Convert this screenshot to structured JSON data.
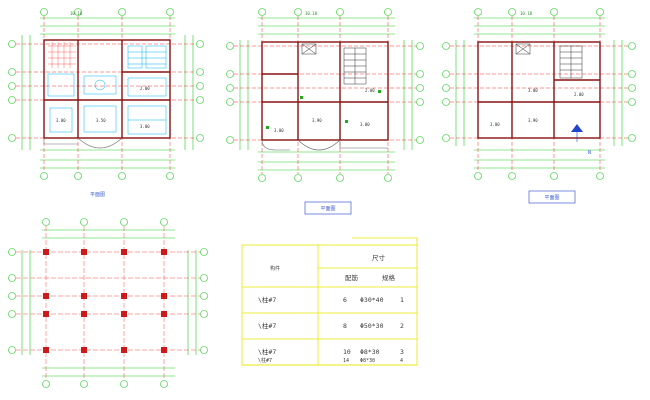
{
  "colors": {
    "dimension": "#22cc22",
    "axis": "#ff2a2a",
    "wall": "#7a1010",
    "furniture": "#00b4ff",
    "table_line": "#e6e600",
    "caption_box": "#2244cc"
  },
  "plans": [
    {
      "caption": "平面图",
      "rooms": [
        "3.00",
        "2.00",
        "3.50",
        "3.00"
      ]
    },
    {
      "caption": "平面图",
      "rooms": [
        "3.00",
        "3.90",
        "2.00",
        "3.00"
      ]
    },
    {
      "caption": "平面图",
      "rooms": [
        "3.00",
        "3.90",
        "2.00",
        "3.00"
      ]
    }
  ],
  "table": {
    "header_left": "构件",
    "header_top": "尺寸",
    "header_sub": [
      "配筋",
      "规格"
    ],
    "rows": [
      {
        "name": "\\柱#7",
        "count": "6",
        "size": "Φ30*40",
        "code": "1"
      },
      {
        "name": "\\柱#7",
        "count": "8",
        "size": "Φ50*30",
        "code": "2"
      },
      {
        "name": "\\柱#7",
        "count": "10",
        "size": "Φ8*30",
        "code": "3"
      },
      {
        "name": "\\柱#7",
        "count": "14",
        "size": "Φ8*30",
        "code": "4"
      }
    ]
  }
}
